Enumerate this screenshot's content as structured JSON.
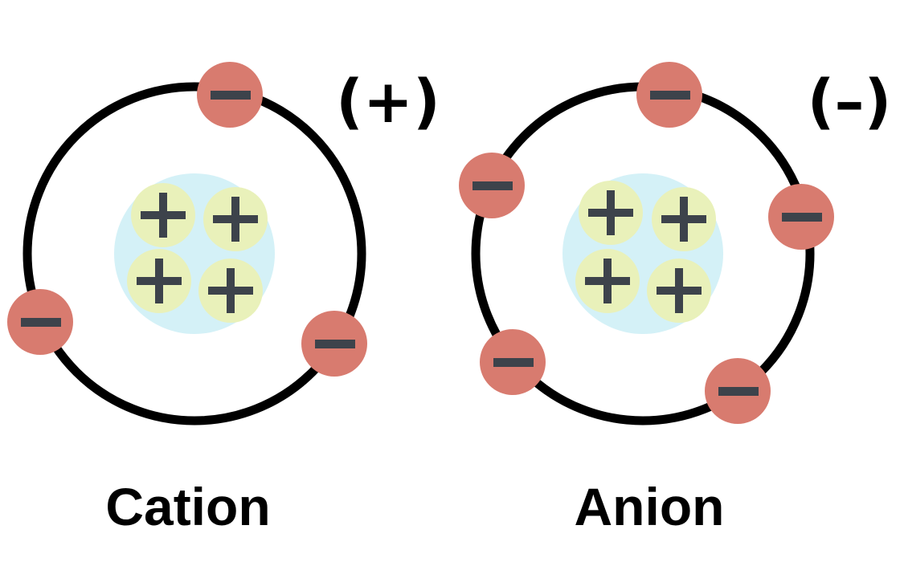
{
  "diagrams": [
    {
      "caption": "Cation",
      "charge_label": "(+)",
      "protons": 4,
      "electrons": 3
    },
    {
      "caption": "Anion",
      "charge_label": "(–)",
      "protons": 4,
      "electrons": 5
    }
  ],
  "colors": {
    "orbit": "#000000",
    "nucleus": "#d4f1f7",
    "proton": "#e9f1ba",
    "electron": "#d87b6f",
    "sign": "#3d434b",
    "background": "#ffffff"
  },
  "icons": {
    "proton": "plus-sign-icon",
    "electron": "minus-sign-icon"
  }
}
